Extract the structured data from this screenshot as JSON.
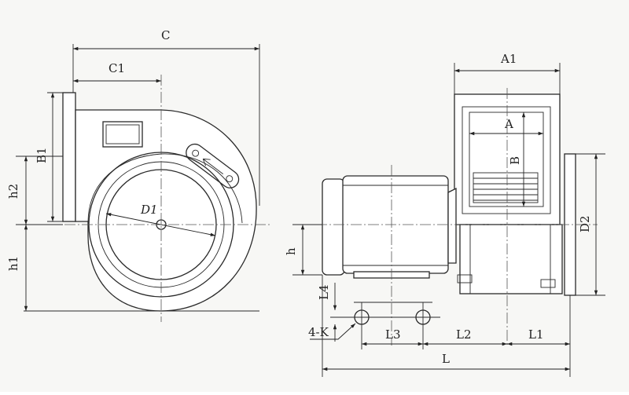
{
  "labels": {
    "C": "C",
    "C1": "C1",
    "B1": "B1",
    "h2": "h2",
    "h1": "h1",
    "D1": "D1",
    "A1": "A1",
    "A": "A",
    "B": "B",
    "D2": "D2",
    "h": "h",
    "L4": "L4",
    "K": "4-K",
    "L3": "L3",
    "L2": "L2",
    "L1": "L1",
    "L": "L"
  },
  "colors": {
    "line": "#2a2a2a",
    "paper": "#f7f7f5"
  }
}
